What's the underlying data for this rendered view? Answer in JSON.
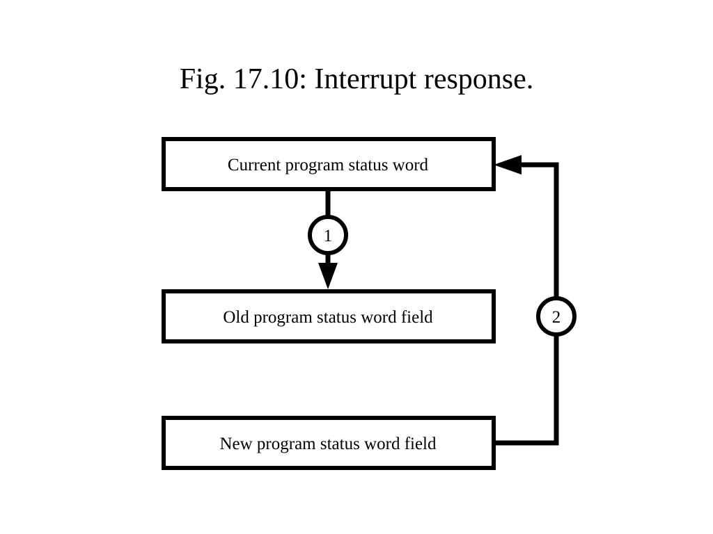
{
  "figure": {
    "title": "Fig. 17.10: Interrupt response."
  },
  "boxes": {
    "current_psw": "Current program status word",
    "old_psw_field": "Old program status word field",
    "new_psw_field": "New program status word field"
  },
  "steps": {
    "step_1": "1",
    "step_2": "2"
  },
  "colors": {
    "stroke": "#000000",
    "fill": "#ffffff"
  }
}
